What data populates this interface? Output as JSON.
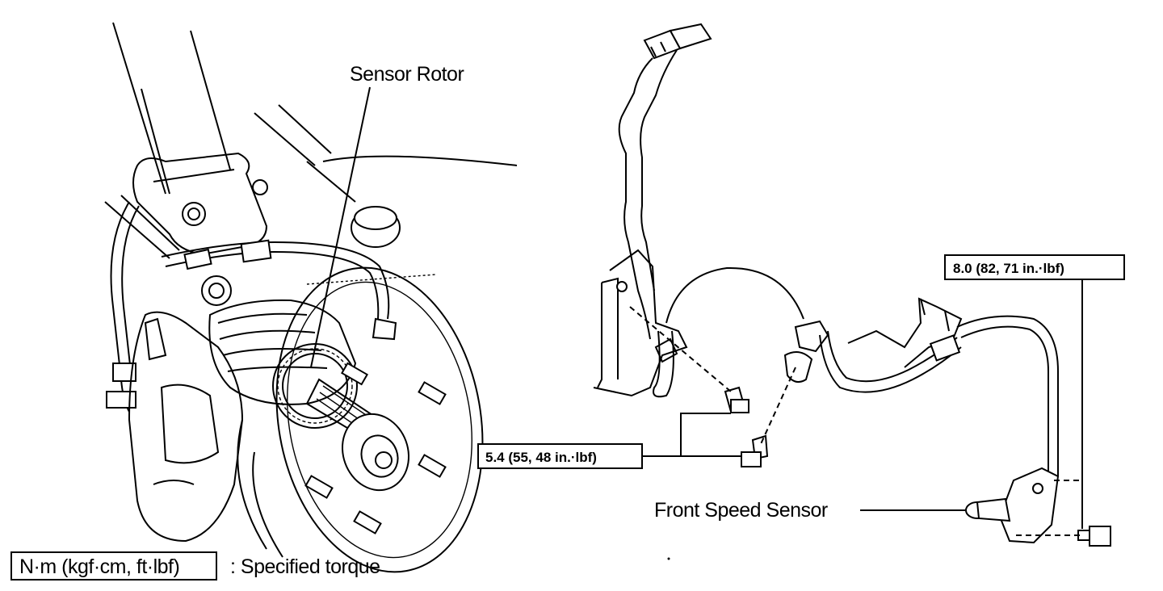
{
  "labels": {
    "sensor_rotor": "Sensor Rotor",
    "front_speed_sensor": "Front Speed Sensor",
    "specified_torque": ": Specified torque"
  },
  "torque": {
    "upper_bolt": "8.0 (82, 71 in.·lbf)",
    "lower_bolts": "5.4 (55, 48 in.·lbf)"
  },
  "legend": {
    "unit_box": "N·m (kgf·cm, ft·lbf)"
  }
}
